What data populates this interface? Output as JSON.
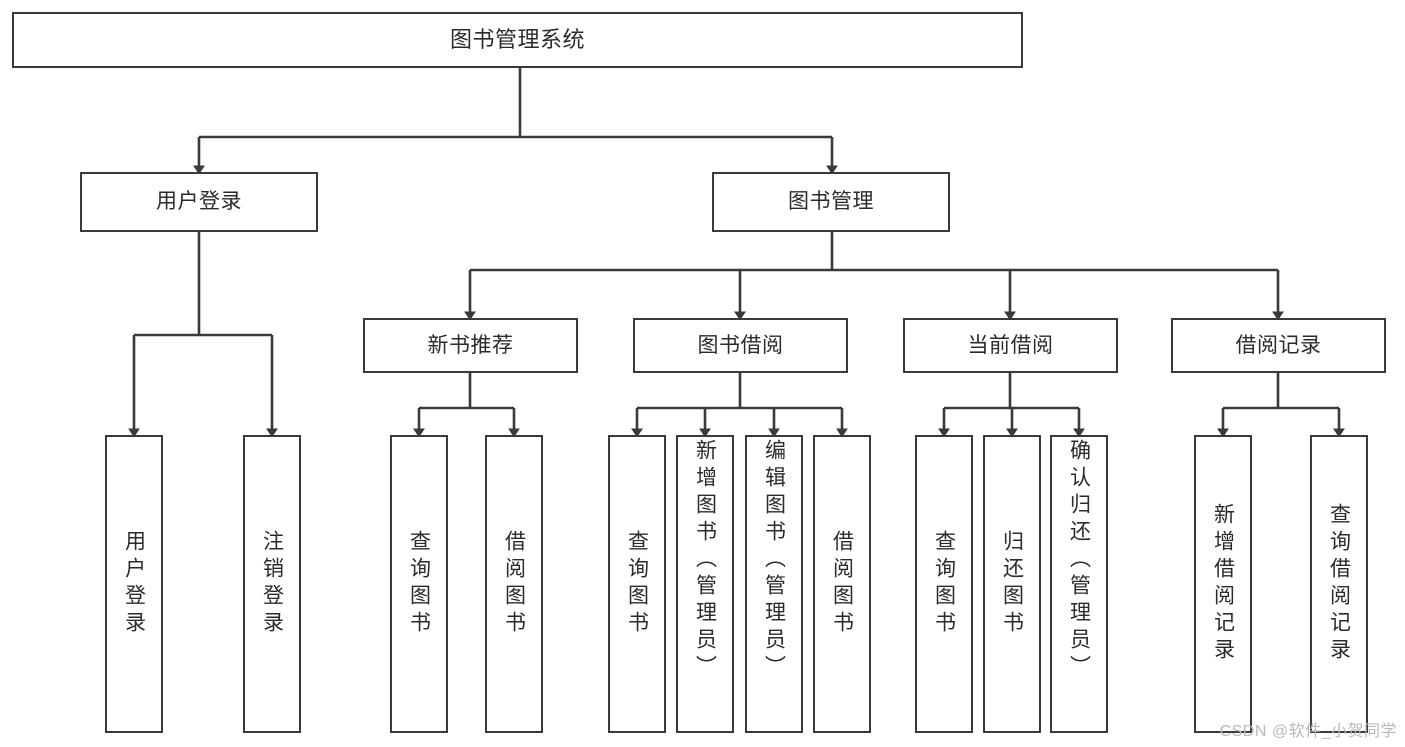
{
  "diagram": {
    "type": "tree-hierarchy-chart",
    "title": "图书管理系统",
    "colors": {
      "box_border": "#3a3a3a",
      "box_fill": "#ffffff",
      "connector": "#3a3a3a",
      "text": "#2b2b2b",
      "watermark": "#b9b9b9",
      "background": "#ffffff"
    },
    "nodes": {
      "root": {
        "label": "图书管理系统"
      },
      "level1": [
        {
          "label": "用户登录"
        },
        {
          "label": "图书管理"
        }
      ],
      "level2": [
        {
          "label": "新书推荐"
        },
        {
          "label": "图书借阅"
        },
        {
          "label": "当前借阅"
        },
        {
          "label": "借阅记录"
        }
      ],
      "leaves": {
        "user_login": [
          {
            "label": "用户登录"
          },
          {
            "label": "注销登录"
          }
        ],
        "new_book_recommend": [
          {
            "label": "查询图书"
          },
          {
            "label": "借阅图书"
          }
        ],
        "book_borrow": [
          {
            "label": "查询图书"
          },
          {
            "label": "新增图书（管理员）"
          },
          {
            "label": "编辑图书（管理员）"
          },
          {
            "label": "借阅图书"
          }
        ],
        "current_borrow": [
          {
            "label": "查询图书"
          },
          {
            "label": "归还图书"
          },
          {
            "label": "确认归还（管理员）"
          }
        ],
        "borrow_record": [
          {
            "label": "新增借阅记录"
          },
          {
            "label": "查询借阅记录"
          }
        ]
      }
    },
    "watermark": "CSDN @软件_小贺同学"
  }
}
